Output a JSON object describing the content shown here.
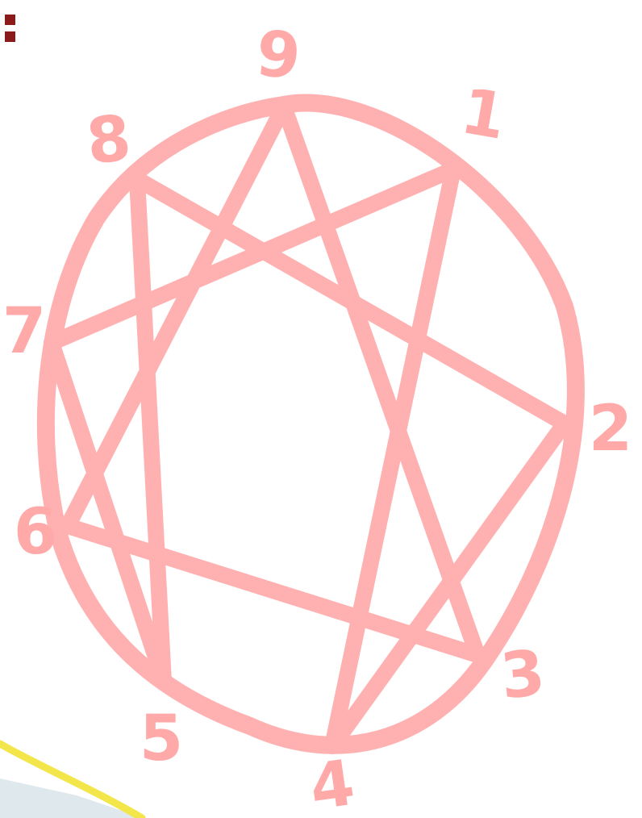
{
  "colors": {
    "stroke": "#ffb1b1",
    "label": "#ffa9a9",
    "menu_dots": "#8b1a1a",
    "corner_band": "#f2e64a",
    "corner_fill": "#dfe8ec"
  },
  "menu": {
    "icon": "vertical-dots-icon"
  },
  "diagram": {
    "point_labels": [
      "9",
      "1",
      "2",
      "3",
      "4",
      "5",
      "6",
      "7",
      "8"
    ],
    "connections": [
      [
        "1",
        "4"
      ],
      [
        "4",
        "2"
      ],
      [
        "2",
        "8"
      ],
      [
        "8",
        "5"
      ],
      [
        "5",
        "7"
      ],
      [
        "7",
        "1"
      ],
      [
        "9",
        "3"
      ],
      [
        "3",
        "6"
      ],
      [
        "6",
        "9"
      ]
    ]
  }
}
